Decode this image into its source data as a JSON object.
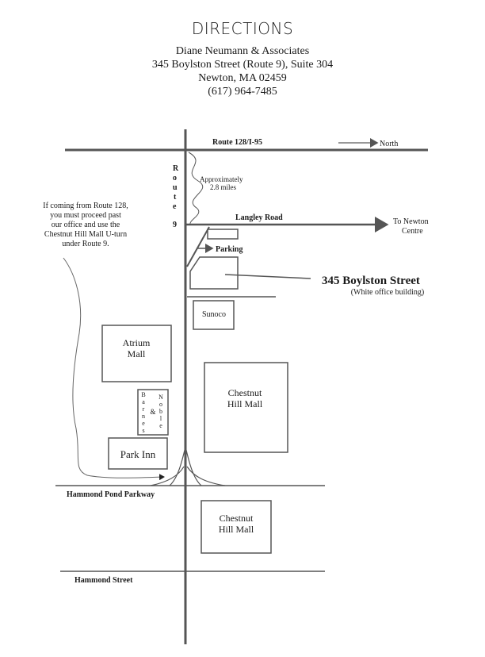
{
  "header": {
    "title": "DIRECTIONS",
    "company": "Diane Neumann & Associates",
    "street": "345 Boylston Street (Route 9), Suite 304",
    "city": "Newton, MA 02459",
    "phone": "(617) 964-7485"
  },
  "roads": {
    "route128": "Route 128/I-95",
    "north": "North",
    "route9_letters": [
      "R",
      "o",
      "u",
      "t",
      "e",
      "9"
    ],
    "langley": "Langley Road",
    "newton_1": "To Newton",
    "newton_2": "Centre",
    "hammond_pond": "Hammond Pond Parkway",
    "hammond_street": "Hammond Street"
  },
  "distance": {
    "line1": "Approximately",
    "line2": "2.8 miles"
  },
  "note": [
    "If coming from Route 128,",
    "you must proceed past",
    "our office and use the",
    "Chestnut Hill Mall U-turn",
    "under Route 9."
  ],
  "places": {
    "parking": "Parking",
    "destination": "345 Boylston Street",
    "destination_note": "(White office building)",
    "sunoco": "Sunoco",
    "atrium_1": "Atrium",
    "atrium_2": "Mall",
    "barnes_letters": [
      "B",
      "a",
      "r",
      "n",
      "e",
      "s"
    ],
    "amp": "&",
    "noble_letters": [
      "N",
      "o",
      "b",
      "l",
      "e"
    ],
    "park_inn": "Park Inn",
    "chh1_1": "Chestnut",
    "chh1_2": "Hill Mall",
    "chh2_1": "Chestnut",
    "chh2_2": "Hill Mall"
  }
}
